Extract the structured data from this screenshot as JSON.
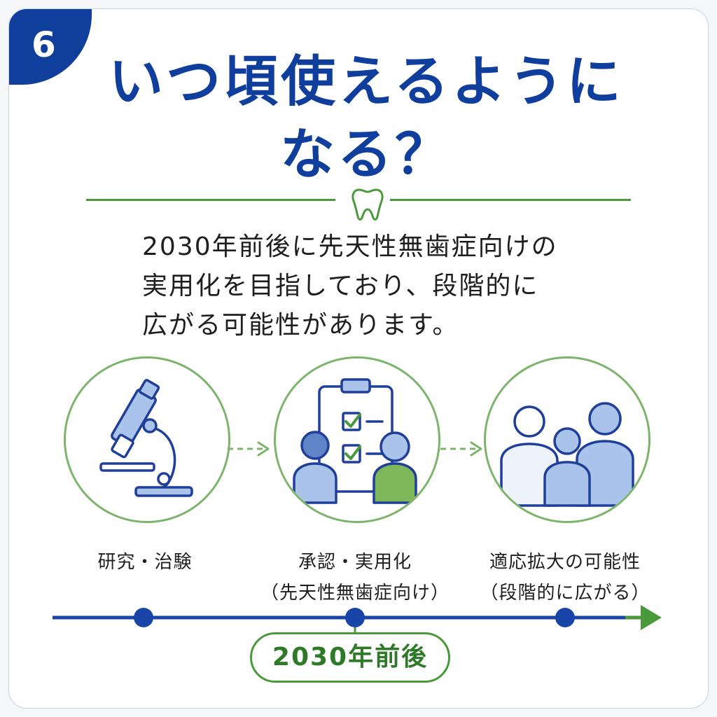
{
  "badge": {
    "number": "6"
  },
  "title": {
    "line1": "いつ頃使えるように",
    "line2": "なる？"
  },
  "description": {
    "line1": "2030年前後に先天性無歯症向けの",
    "line2": "実用化を目指しており、段階的に",
    "line3": "広がる可能性があります。"
  },
  "steps": [
    {
      "icon": "microscope-icon",
      "label_line1": "研究・治験",
      "label_line2": ""
    },
    {
      "icon": "clipboard-checklist-people-icon",
      "label_line1": "承認・実用化",
      "label_line2": "（先天性無歯症向け）"
    },
    {
      "icon": "family-group-icon",
      "label_line1": "適応拡大の可能性",
      "label_line2": "（段階的に広がる）"
    }
  ],
  "timeline": {
    "highlight_label": "2030年前後"
  },
  "colors": {
    "primary_blue": "#0f3e9c",
    "accent_green": "#4a9a3c",
    "circle_border": "#7db46c",
    "icon_fill_light": "#a9c3ea",
    "icon_fill_green": "#7fb85a"
  }
}
